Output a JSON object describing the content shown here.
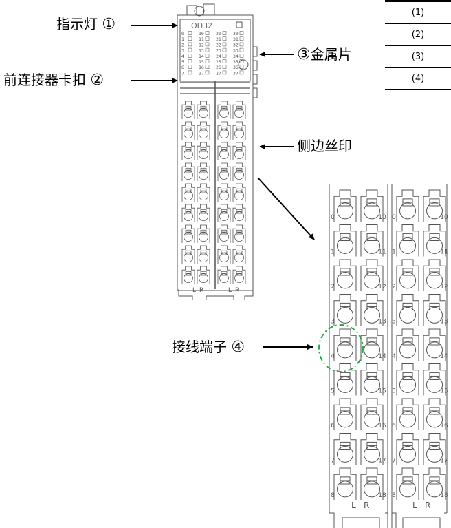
{
  "labels": {
    "indicator": {
      "text": "指示灯",
      "num": "①"
    },
    "connector_latch": {
      "text": "前连接器卡扣",
      "num": "②"
    },
    "metal_tab": {
      "num": "③",
      "text": "金属片"
    },
    "side_print": {
      "text": "侧边丝印"
    },
    "terminal": {
      "text": "接线端子",
      "num": "④"
    }
  },
  "module": {
    "model": "OD32",
    "led_channels": [
      "0",
      "1",
      "2",
      "3",
      "4",
      "5",
      "6",
      "7",
      "10",
      "11",
      "12",
      "13",
      "14",
      "15",
      "16",
      "17",
      "20",
      "21",
      "22",
      "23",
      "24",
      "25",
      "26",
      "27",
      "30",
      "31",
      "32",
      "33",
      "34",
      "35",
      "36",
      "37"
    ],
    "bottom_marks": [
      "L",
      "R"
    ]
  },
  "detail": {
    "left_channels": [
      "0",
      "1",
      "2",
      "3",
      "4",
      "5",
      "6",
      "7",
      "8"
    ],
    "right_channels": [
      "10",
      "11",
      "12",
      "13",
      "14",
      "15",
      "16",
      "17",
      "18"
    ],
    "bottom_marks": [
      "L",
      "R"
    ]
  },
  "table": {
    "rows": [
      "(1)",
      "(2)",
      "(3)",
      "(4)"
    ]
  },
  "colors": {
    "line": "#000000",
    "highlight": "#22aa44",
    "module": "#555555"
  }
}
